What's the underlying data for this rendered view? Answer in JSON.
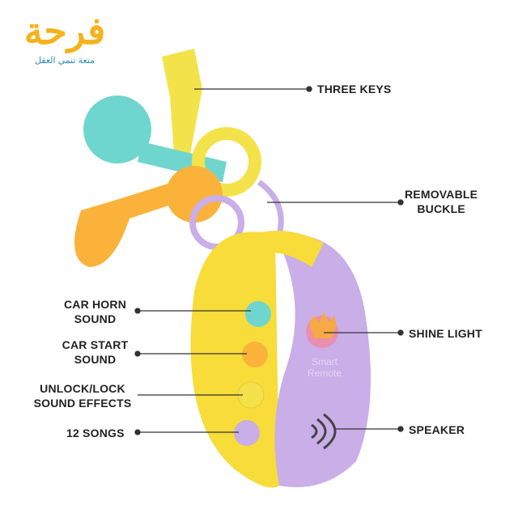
{
  "logo": {
    "title": "فرحة",
    "tagline": "متعة تنمي العقل"
  },
  "product_text": {
    "line1": "Smart",
    "line2": "Remote"
  },
  "labels": {
    "three_keys": "THREE KEYS",
    "removable_buckle": [
      "REMOVABLE",
      "BUCKLE"
    ],
    "car_horn": [
      "CAR HORN",
      "SOUND"
    ],
    "car_start": [
      "CAR START",
      "SOUND"
    ],
    "unlock_lock": [
      "UNLOCK/LOCK",
      "SOUND EFFECTS"
    ],
    "songs": "12 SONGS",
    "shine_light": "SHINE LIGHT",
    "speaker": "SPEAKER"
  },
  "colors": {
    "yellow": "#f7dc3a",
    "purple": "#c9aee8",
    "orange": "#fbb23a",
    "teal": "#6fd6cf"
  }
}
